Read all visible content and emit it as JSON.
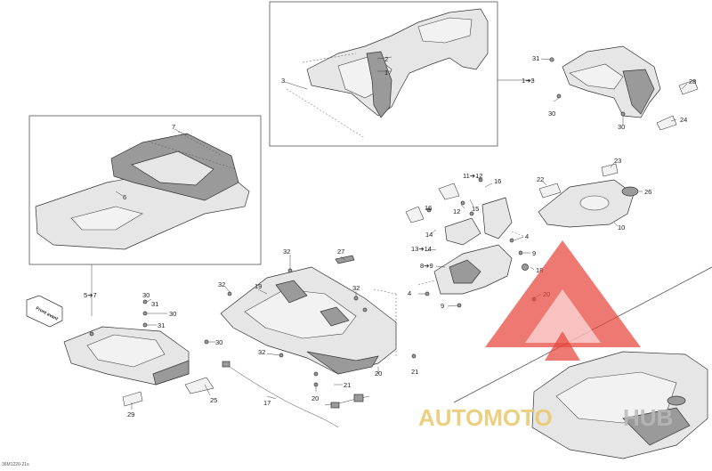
{
  "reference_code": "36M1220-21s",
  "front_label": "Front avant",
  "watermark": {
    "brand_a": "AUTOMOTO",
    "brand_b": "HUB",
    "color_red": "#e8453c",
    "color_gold": "#e9c76a"
  },
  "callouts": {
    "c1": "1",
    "c2": "2",
    "c3": "3",
    "c1to3": "1➔3",
    "c31": "31",
    "c28": "28",
    "c30a": "30",
    "c30b": "30",
    "c24": "24",
    "c7": "7",
    "c6": "6",
    "c11to12": "11➔12",
    "c16a": "16",
    "c16b": "16",
    "c12": "12",
    "c15": "15",
    "c14": "14",
    "c13to14": "13➔14",
    "c23": "23",
    "c22": "22",
    "c26": "26",
    "c10": "10",
    "c4a": "4",
    "c4b": "4",
    "c9a": "9",
    "c9b": "9",
    "c8to9": "8➔9",
    "c18": "18",
    "c20a": "20",
    "c20b": "20",
    "c20c": "20",
    "c21a": "21",
    "c21b": "21",
    "c27": "27",
    "c32a": "32",
    "c32b": "32",
    "c32c": "32",
    "c32d": "32",
    "c19": "19",
    "c17": "17",
    "c5to7": "5➔7",
    "c30c": "30",
    "c31b": "31",
    "c30d": "30",
    "c31c": "31",
    "c30e": "30",
    "c25": "25",
    "c29": "29"
  }
}
